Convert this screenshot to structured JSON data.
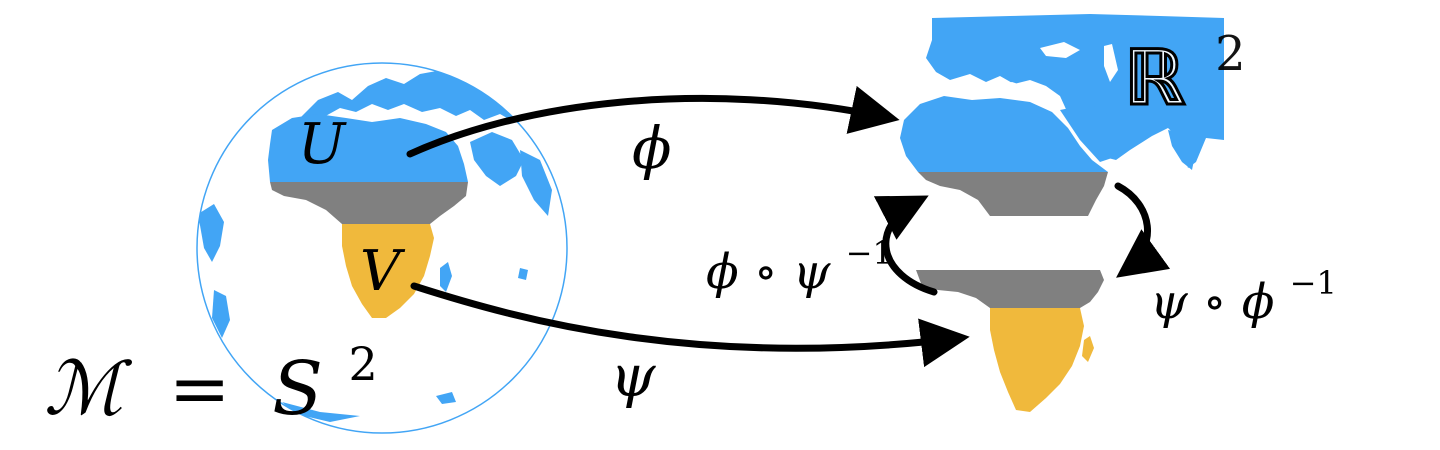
{
  "labels": {
    "region_u": "U",
    "region_v": "V",
    "chart_phi": "ϕ",
    "chart_psi": "ψ",
    "transition_phi_psi_base": "ϕ ∘ ψ",
    "transition_phi_psi_exp": "−1",
    "transition_psi_phi_base": "ψ ∘ ϕ",
    "transition_psi_phi_exp": "−1",
    "manifold_lhs": "ℳ",
    "manifold_eq": "=",
    "manifold_rhs": "S",
    "manifold_rhs_exp": "2",
    "plane_base": "ℝ",
    "plane_exp": "2"
  },
  "colors": {
    "blue": "#42a5f5",
    "gray": "#808080",
    "yellow": "#f0b93c",
    "arrow": "#000000",
    "globe_outline": "#42a5f5"
  }
}
